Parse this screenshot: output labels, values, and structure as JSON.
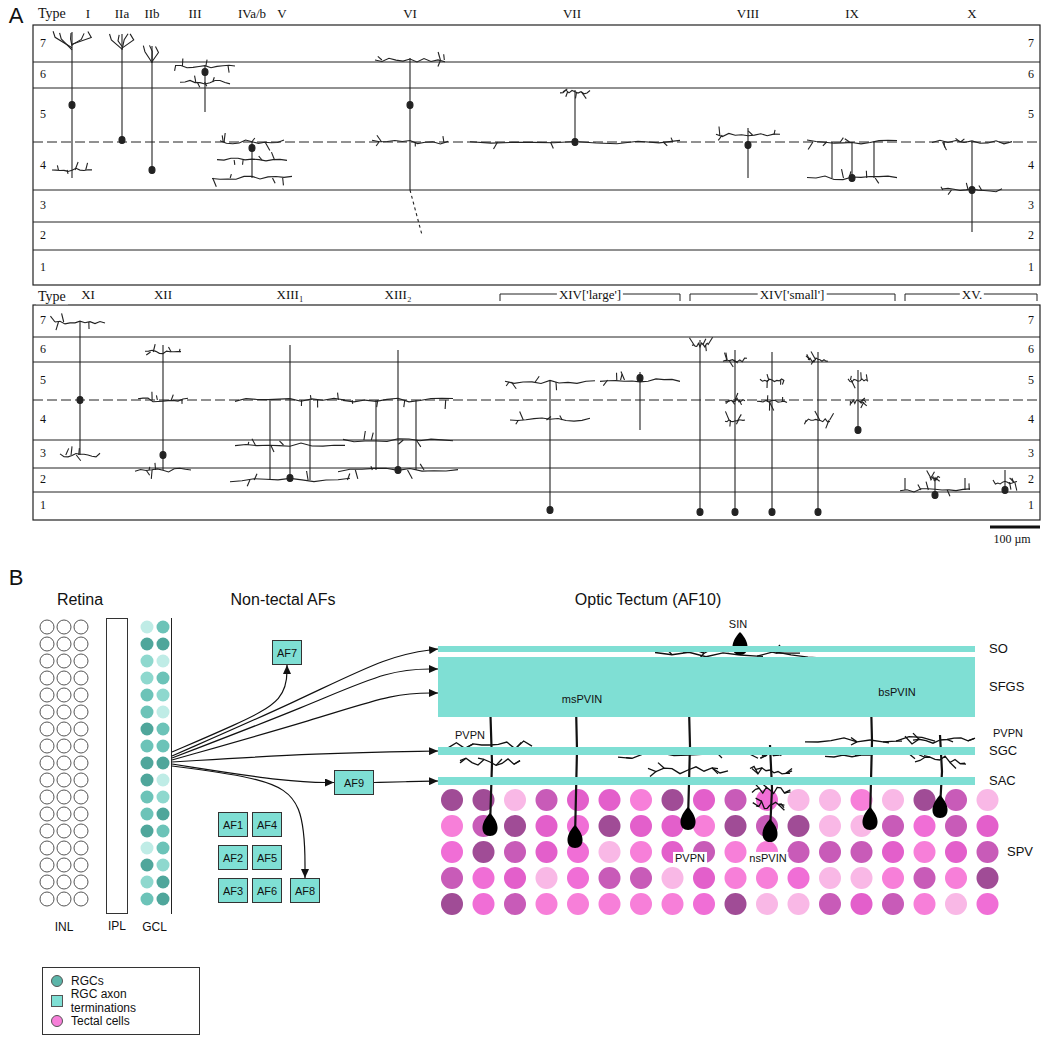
{
  "diagram": {
    "nodes": [
      {
        "text": [
          "INL"
        ]
      },
      {
        "text": [
          "IPL"
        ]
      },
      {
        "text": [
          "GCL"
        ]
      },
      {
        "text": [
          "AF7"
        ]
      },
      {
        "text": [
          "SO"
        ]
      },
      {
        "text": [
          "SFGS"
        ]
      },
      {
        "text": [
          "SGC"
        ]
      },
      {
        "text": [
          "SAC"
        ]
      },
      {
        "text": [
          "AF9"
        ]
      },
      {
        "text": [
          "AF1"
        ]
      },
      {
        "text": [
          "AF4"
        ]
      },
      {
        "text": [
          "AF2"
        ]
      },
      {
        "text": [
          "AF5"
        ]
      },
      {
        "text": [
          "AF3"
        ]
      },
      {
        "text": [
          "AF6"
        ]
      },
      {
        "text": [
          "AF8"
        ]
      }
    ],
    "edges": [
      {
        "from": 2,
        "to": 3,
        "arrow": "to"
      },
      {
        "from": 2,
        "to": 4,
        "arrow": "to"
      },
      {
        "from": 2,
        "to": 5,
        "arrow": "to"
      },
      {
        "from": 2,
        "to": 5,
        "arrow": "to"
      },
      {
        "from": 2,
        "to": 6,
        "arrow": "to"
      },
      {
        "from": 2,
        "to": 8,
        "arrow": "to"
      },
      {
        "from": 8,
        "to": 7,
        "arrow": "to"
      },
      {
        "from": 2,
        "to": 15,
        "arrow": "to"
      }
    ],
    "labels": [
      "A",
      "Type",
      "I",
      "IIa",
      "IIb",
      "III",
      "IVa/b",
      "V",
      "VI",
      "VII",
      "VIII",
      "IX",
      "X",
      "7",
      "6",
      "5",
      "4",
      "3",
      "2",
      "1",
      "7",
      "6",
      "5",
      "4",
      "3",
      "2",
      "1",
      "Type",
      "XI",
      "XII",
      "XIII₁",
      "XIII₂",
      "XIV['large']",
      "XIV['small']",
      "XV.",
      "7",
      "6",
      "5",
      "4",
      "3",
      "2",
      "1",
      "7",
      "6",
      "5",
      "4",
      "3",
      "2",
      "1",
      "100 µm",
      "B",
      "Retina",
      "Non-tectal AFs",
      "Optic Tectum (AF10)",
      "SIN",
      "msPVIN",
      "bsPVIN",
      "PVPN",
      "PVPN",
      "nsPVIN",
      "PVPN",
      "SPV"
    ],
    "legend": [
      {
        "text": "RGCs",
        "color": "#5bb5a9"
      },
      {
        "text": "RGC axon terminations",
        "color": "#7fdfd4"
      },
      {
        "text": "Tectal cells",
        "color": "#f77fd9"
      }
    ]
  }
}
